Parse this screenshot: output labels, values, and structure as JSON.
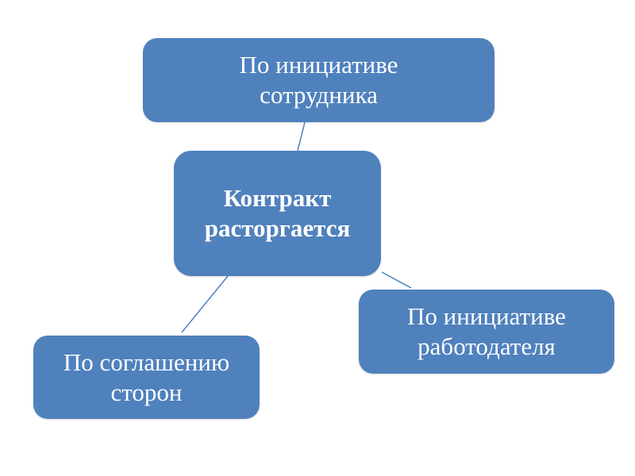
{
  "diagram": {
    "center": {
      "label_line1": "Контракт",
      "label_line2": "расторгается"
    },
    "top": {
      "label_line1": "По инициативе",
      "label_line2": "сотрудника"
    },
    "left": {
      "label_line1": "По соглашению",
      "label_line2": "сторон"
    },
    "right": {
      "label_line1": "По инициативе",
      "label_line2": "работодателя"
    }
  },
  "colors": {
    "node_fill": "#4f81bd",
    "node_text": "#ffffff",
    "connector": "#4f81bd",
    "background": "#ffffff"
  }
}
